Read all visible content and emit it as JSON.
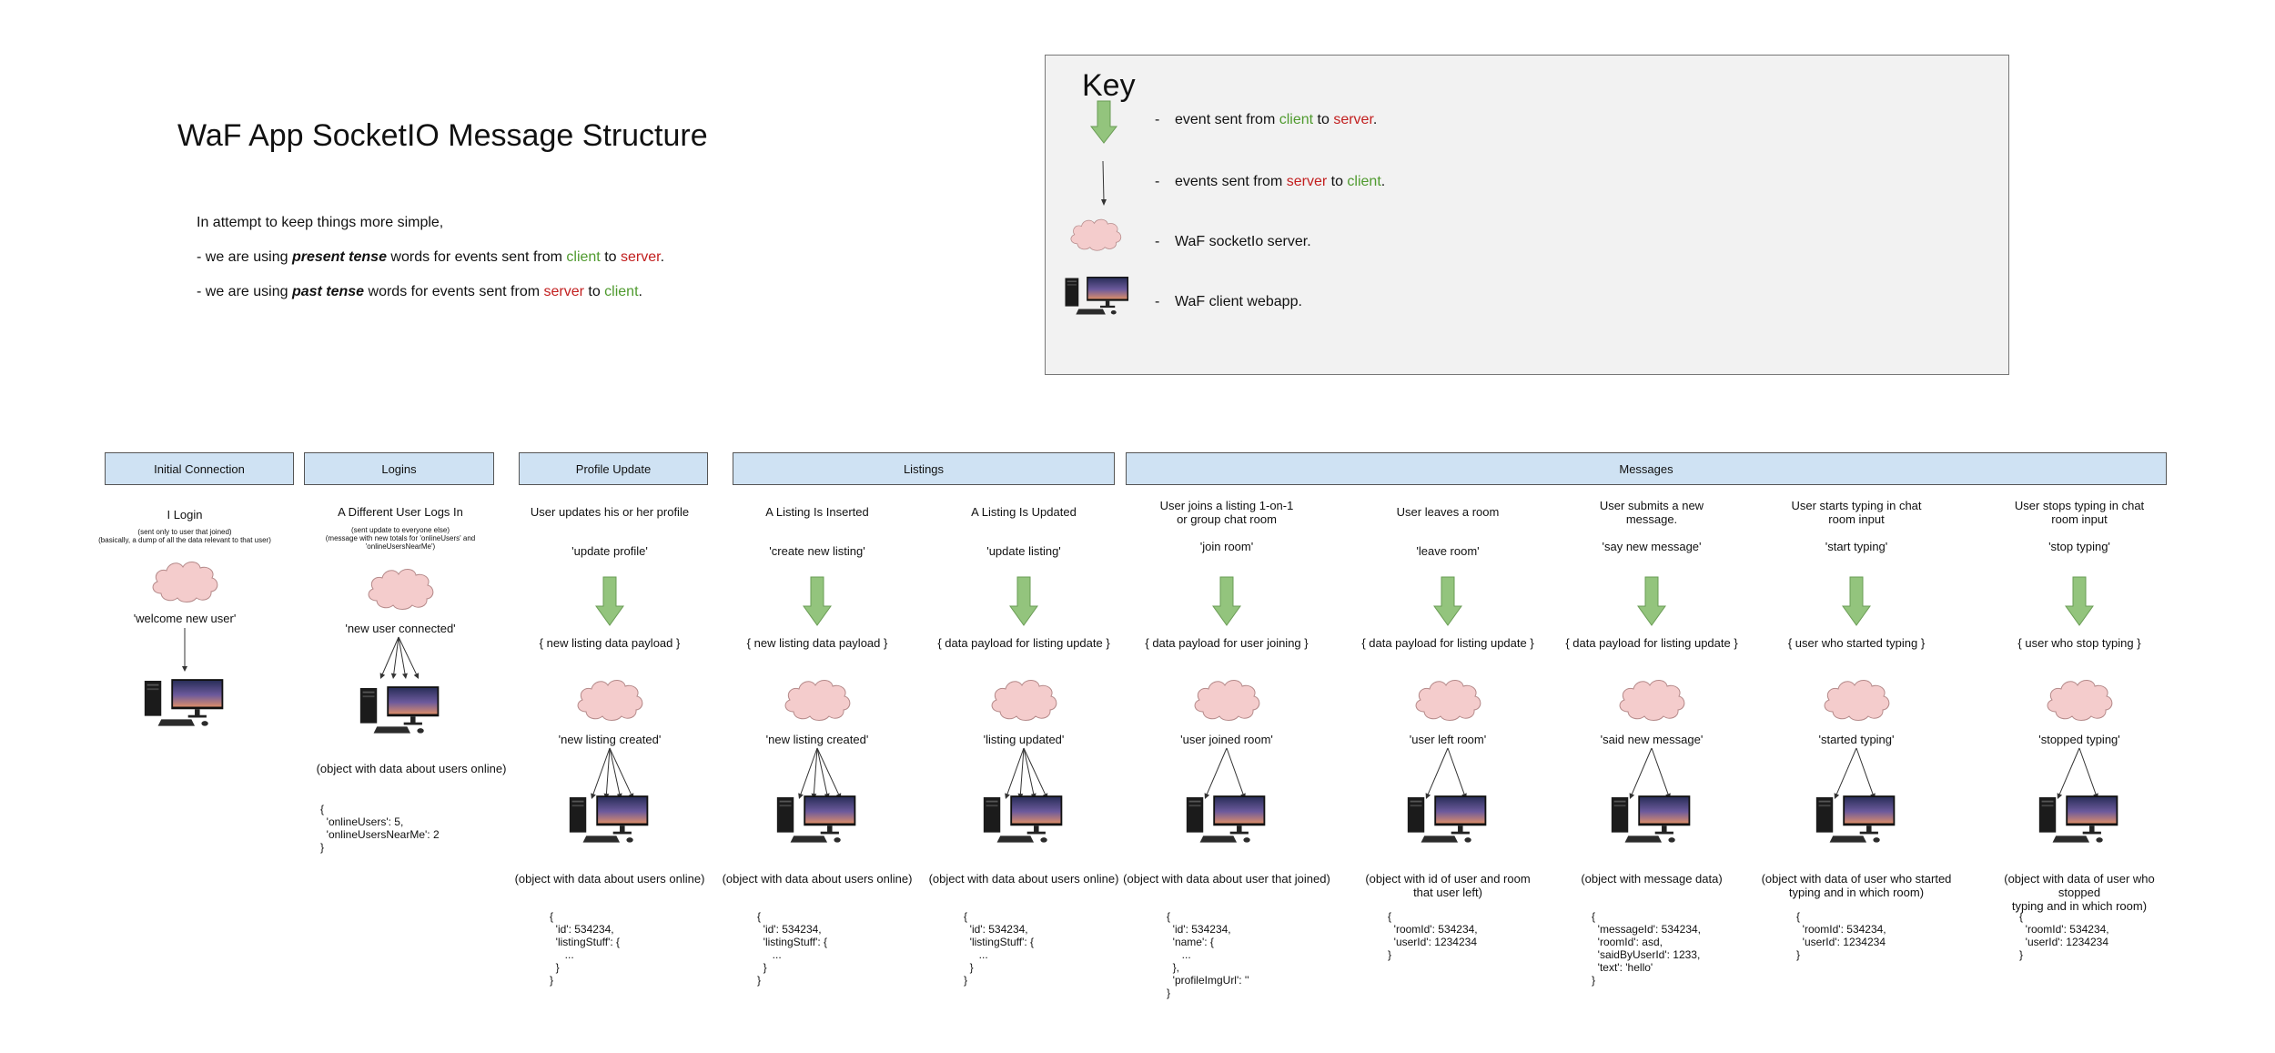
{
  "title": "WaF App SocketIO Message Structure",
  "intro": {
    "line1": "In attempt to keep things more simple,",
    "line2": {
      "pre": "- we are using ",
      "em": "present tense",
      "mid": " words for events sent from ",
      "a": "client",
      "to": " to ",
      "b": "server",
      "end": "."
    },
    "line3": {
      "pre": "- we are using ",
      "em": "past tense",
      "mid": " words for events sent from ",
      "a": "server",
      "to": " to ",
      "b": "client",
      "end": "."
    }
  },
  "key": {
    "title": "Key",
    "rows": [
      {
        "icon": "green-arrow-icon",
        "pre": "event sent from ",
        "a": "client",
        "mid": " to ",
        "b": "server",
        "end": "."
      },
      {
        "icon": "thin-arrow-icon",
        "pre": "events sent from ",
        "a": "server",
        "mid": " to ",
        "b": "client",
        "end": "."
      },
      {
        "icon": "cloud-icon",
        "text": "WaF socketIo server."
      },
      {
        "icon": "computer-icon",
        "text": "WaF client webapp."
      }
    ],
    "dash": "-"
  },
  "colors": {
    "client": "#4f9a2e",
    "server": "#c21f1f",
    "header_bg": "#cfe2f3",
    "cloud": "#f4cccc",
    "arrow": "#93c47d"
  },
  "headers": [
    "Initial Connection",
    "Logins",
    "Profile Update",
    "Listings",
    "Messages"
  ],
  "columns": [
    {
      "title": "I Login",
      "note": "(sent only to user that joined)\n(basically, a dump of all the data relevant to that user)",
      "server_event": "'welcome new user'"
    },
    {
      "title": "A Different User Logs In",
      "note": "(sent update to everyone else)\n(message with new totals for 'onlineUsers' and\n'onlineUsersNearMe')",
      "server_event": "'new user connected'",
      "payload_desc": "(object with data about users online)",
      "code": "{\n  'onlineUsers': 5,\n  'onlineUsersNearMe': 2\n}"
    },
    {
      "title": "User updates his or her profile",
      "client_event": "'update profile'",
      "client_payload": "{ new listing data payload }",
      "server_event": "'new listing created'",
      "payload_desc": "(object with data about users online)",
      "code": "{\n  'id': 534234,\n  'listingStuff': {\n     ...\n  }\n}"
    },
    {
      "title": "A Listing Is Inserted",
      "client_event": "'create new listing'",
      "client_payload": "{ new listing data payload }",
      "server_event": "'new listing created'",
      "payload_desc": "(object with data about users online)",
      "code": "{\n  'id': 534234,\n  'listingStuff': {\n     ...\n  }\n}"
    },
    {
      "title": "A Listing Is Updated",
      "client_event": "'update listing'",
      "client_payload": "{ data payload for listing update }",
      "server_event": "'listing updated'",
      "payload_desc": "(object with data about users online)",
      "code": "{\n  'id': 534234,\n  'listingStuff': {\n     ...\n  }\n}"
    },
    {
      "title": "User joins a listing 1-on-1\nor group chat room",
      "client_event": "'join room'",
      "client_payload": "{ data payload for user joining }",
      "server_event": "'user joined room'",
      "payload_desc": "(object with data about user that joined)",
      "code": "{\n  'id': 534234,\n  'name': {\n     ...\n  },\n  'profileImgUrl': ''\n}"
    },
    {
      "title": "User leaves a room",
      "client_event": "'leave room'",
      "client_payload": "{ data payload for listing update }",
      "server_event": "'user left room'",
      "payload_desc": "(object with id of user and room\nthat user left)",
      "code": "{\n  'roomId': 534234,\n  'userId': 1234234\n}"
    },
    {
      "title": "User submits a new\nmessage.",
      "client_event": "'say new message'",
      "client_payload": "{ data payload for listing update }",
      "server_event": "'said new message'",
      "payload_desc": "(object with message data)",
      "code": "{\n  'messageId': 534234,\n  'roomId': asd,\n  'saidByUserId': 1233,\n  'text': 'hello'\n}"
    },
    {
      "title": "User starts typing in chat\nroom input",
      "client_event": "'start typing'",
      "client_payload": "{ user who started typing }",
      "server_event": "'started typing'",
      "payload_desc": "(object with data of user who started\ntyping and in which room)",
      "code": "{\n  'roomId': 534234,\n  'userId': 1234234\n}"
    },
    {
      "title": "User stops typing in chat\nroom input",
      "client_event": "'stop typing'",
      "client_payload": "{ user who stop typing }",
      "server_event": "'stopped typing'",
      "payload_desc": "(object with data of user who stopped\ntyping and in which room)",
      "code": "{\n  'roomId': 534234,\n  'userId': 1234234\n}"
    }
  ]
}
